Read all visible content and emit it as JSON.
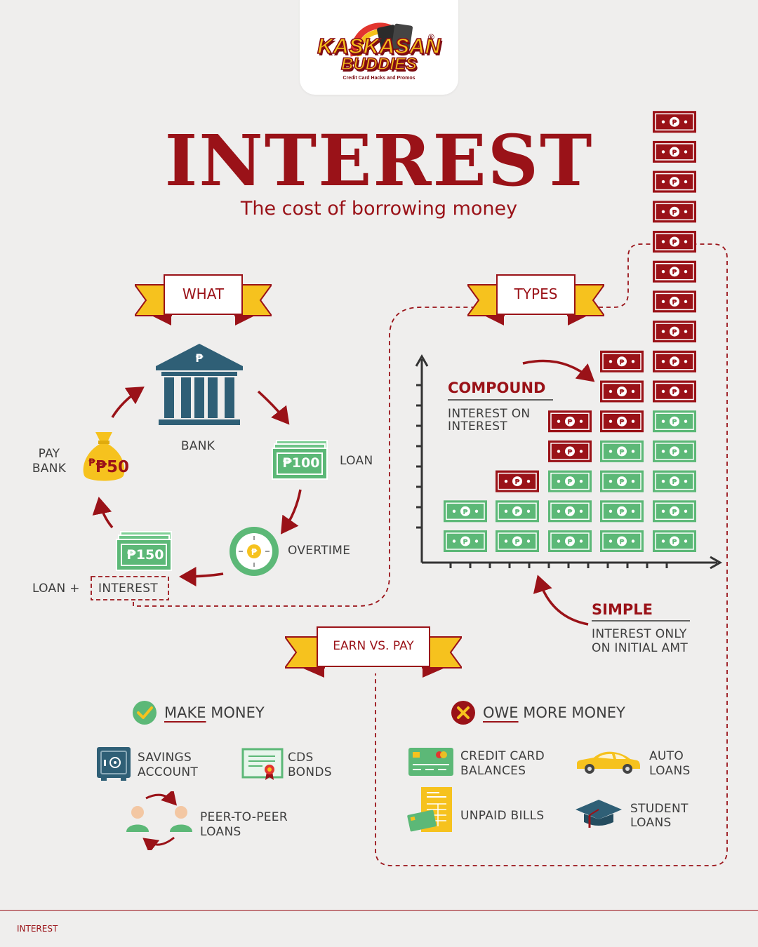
{
  "logo": {
    "line1": "KASKASAN",
    "line2": "BUDDIES",
    "tagline": "Credit Card Hacks and Promos",
    "registered": "®"
  },
  "title": "INTEREST",
  "subtitle": "The cost of borrowing money",
  "what": {
    "ribbon": "WHAT",
    "bank": "BANK",
    "loan": "LOAN",
    "loan_amount": "₱100",
    "overtime": "OVERTIME",
    "repay_amount": "₱150",
    "loan_plus": "LOAN  +",
    "interest": "INTEREST",
    "pay_bank_1": "PAY",
    "pay_bank_2": "BANK",
    "interest_amount": "₱50",
    "peso_sign": "₱"
  },
  "types": {
    "ribbon": "TYPES",
    "compound": "COMPOUND",
    "compound_desc_1": "INTEREST ON",
    "compound_desc_2": "INTEREST",
    "simple": "SIMPLE",
    "simple_desc_1": "INTEREST ONLY",
    "simple_desc_2": "ON INITIAL AMT"
  },
  "earn_pay": {
    "ribbon": "EARN VS. PAY",
    "make_money_u": "MAKE",
    "make_money_rest": " MONEY",
    "owe_u": "OWE",
    "owe_rest": " MORE MONEY",
    "savings_1": "SAVINGS",
    "savings_2": "ACCOUNT",
    "cds_1": "CDS",
    "cds_2": "BONDS",
    "p2p_1": "PEER-TO-PEER",
    "p2p_2": "LOANS",
    "cc_1": "CREDIT CARD",
    "cc_2": "BALANCES",
    "auto_1": "AUTO",
    "auto_2": "LOANS",
    "bills": "UNPAID BILLS",
    "student_1": "STUDENT",
    "student_2": "LOANS"
  },
  "footer": "INTEREST",
  "colors": {
    "red": "#9a1218",
    "green": "#5cb877",
    "yellow": "#f6c21e",
    "teal": "#2f5f76",
    "bg": "#efeeed"
  },
  "bill_stacks": [
    {
      "green": 2,
      "red": 0
    },
    {
      "green": 2,
      "red": 1
    },
    {
      "green": 3,
      "red": 2
    },
    {
      "green": 4,
      "red": 3
    },
    {
      "green": 5,
      "red": 10
    }
  ]
}
